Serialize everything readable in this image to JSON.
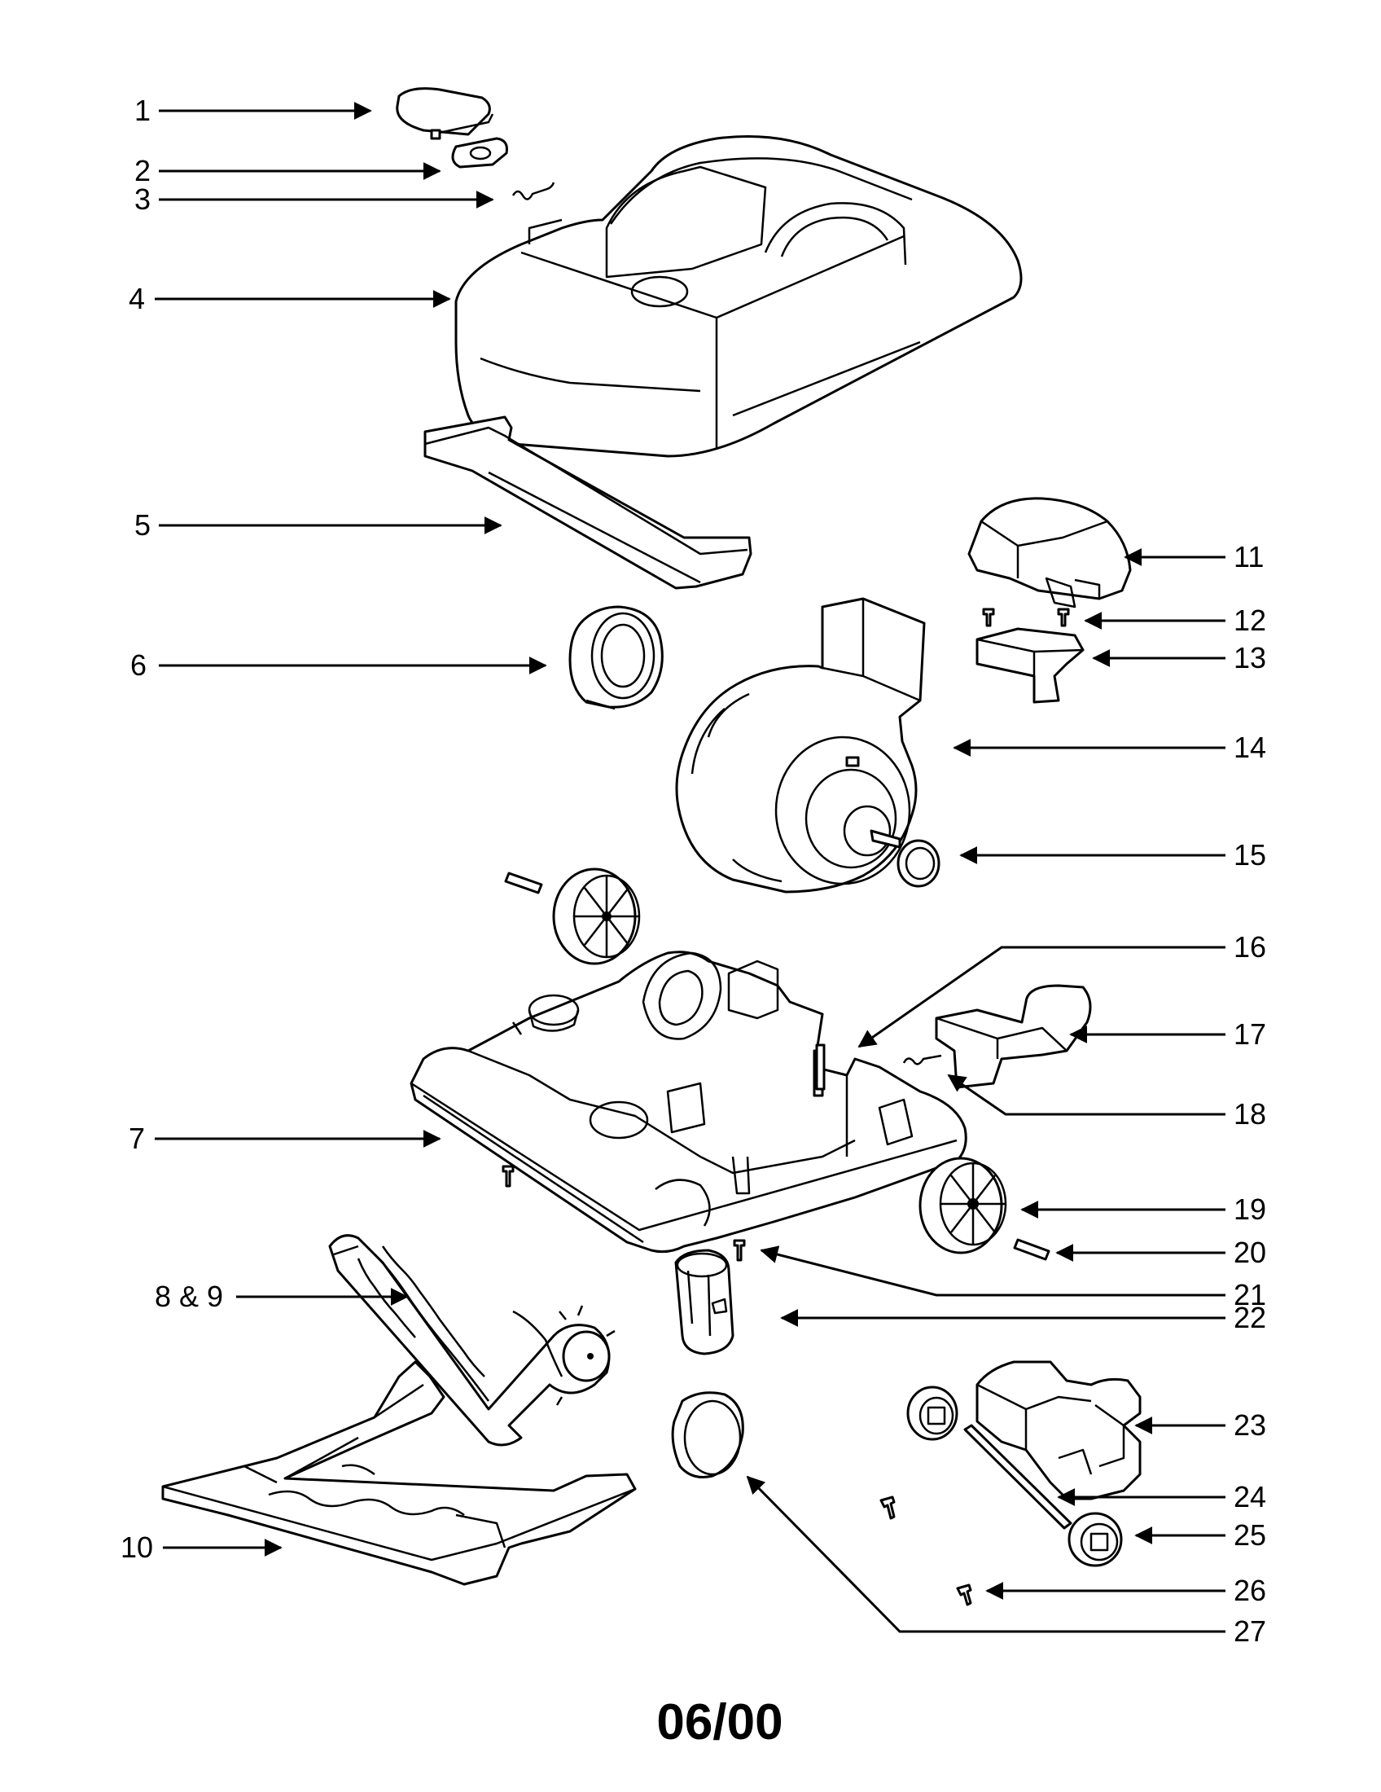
{
  "labels": {
    "p1": "1",
    "p2": "2",
    "p3": "3",
    "p4": "4",
    "p5": "5",
    "p6": "6",
    "p7": "7",
    "p8_9": "8 & 9",
    "p10": "10",
    "p11": "11",
    "p12": "12",
    "p13": "13",
    "p14": "14",
    "p15": "15",
    "p16": "16",
    "p17": "17",
    "p18": "18",
    "p19": "19",
    "p20": "20",
    "p21": "21",
    "p22": "22",
    "p23": "23",
    "p24": "24",
    "p25": "25",
    "p26": "26",
    "p27": "27"
  },
  "footer": {
    "date_code": "06/00"
  },
  "colors": {
    "ink": "#000000",
    "paper": "#ffffff"
  }
}
